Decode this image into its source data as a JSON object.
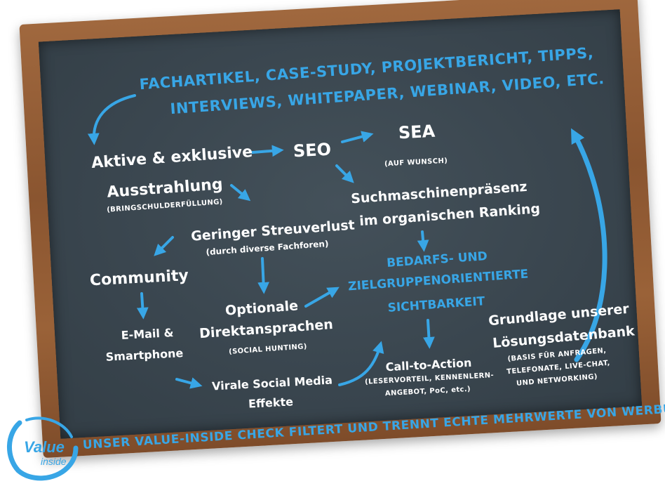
{
  "headline": {
    "line1": "FACHARTIKEL, CASE-STUDY, PROJEKTBERICHT, TIPPS,",
    "line2": "INTERVIEWS, WHITEPAPER, WEBINAR, VIDEO, ETC."
  },
  "nodes": {
    "aktive_line1": "Aktive & exklusive",
    "aktive_line2": "Ausstrahlung",
    "aktive_sub": "(BRINGSCHULDERFÜLLUNG)",
    "seo": "SEO",
    "sea": "SEA",
    "sea_sub": "(AUF WUNSCH)",
    "suchmaschinen_line1": "Suchmaschinenpräsenz",
    "suchmaschinen_line2": "im organischen Ranking",
    "streuverlust_line1": "Geringer Streuverlust",
    "streuverlust_sub": "(durch diverse Fachforen)",
    "community": "Community",
    "bedarfs_line1": "BEDARFS- UND",
    "bedarfs_line2": "ZIELGRUPPENORIENTIERTE",
    "bedarfs_line3": "SICHTBARKEIT",
    "optionale_line1": "Optionale",
    "optionale_line2": "Direktansprachen",
    "optionale_sub": "(SOCIAL HUNTING)",
    "email_line1": "E-Mail &",
    "email_line2": "Smartphone",
    "grundlage_line1": "Grundlage unserer",
    "grundlage_line2": "Lösungsdatenbank",
    "grundlage_sub1": "(BASIS FÜR ANFRAGEN,",
    "grundlage_sub2": "TELEFONATE, LIVE-CHAT,",
    "grundlage_sub3": "UND NETWORKING)",
    "cta_line1": "Call-to-Action",
    "cta_sub1": "(LESERVORTEIL, KENNENLERN-",
    "cta_sub2": "ANGEBOT, PoC, etc.)",
    "viral_line1": "Virale Social Media",
    "viral_line2": "Effekte"
  },
  "logo": {
    "word1": "Value",
    "word2": "inside"
  },
  "footer": "UNSER VALUE-INSIDE CHECK FILTERT UND TRENNT ECHTE MEHRWERTE VON WERBUNG!",
  "colors": {
    "accent_blue": "#38a6e6",
    "chalk_white": "#ffffff",
    "board": "#3a464f",
    "frame": "#8a5530"
  }
}
